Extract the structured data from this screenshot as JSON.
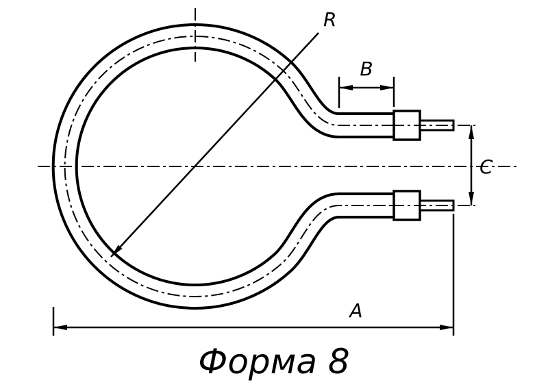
{
  "drawing": {
    "title": "Форма 8",
    "labels": {
      "radius": "R",
      "terminal_length": "B",
      "terminal_spacing": "C",
      "overall_width": "A"
    },
    "colors": {
      "line": "#000000",
      "background": "#ffffff"
    }
  }
}
